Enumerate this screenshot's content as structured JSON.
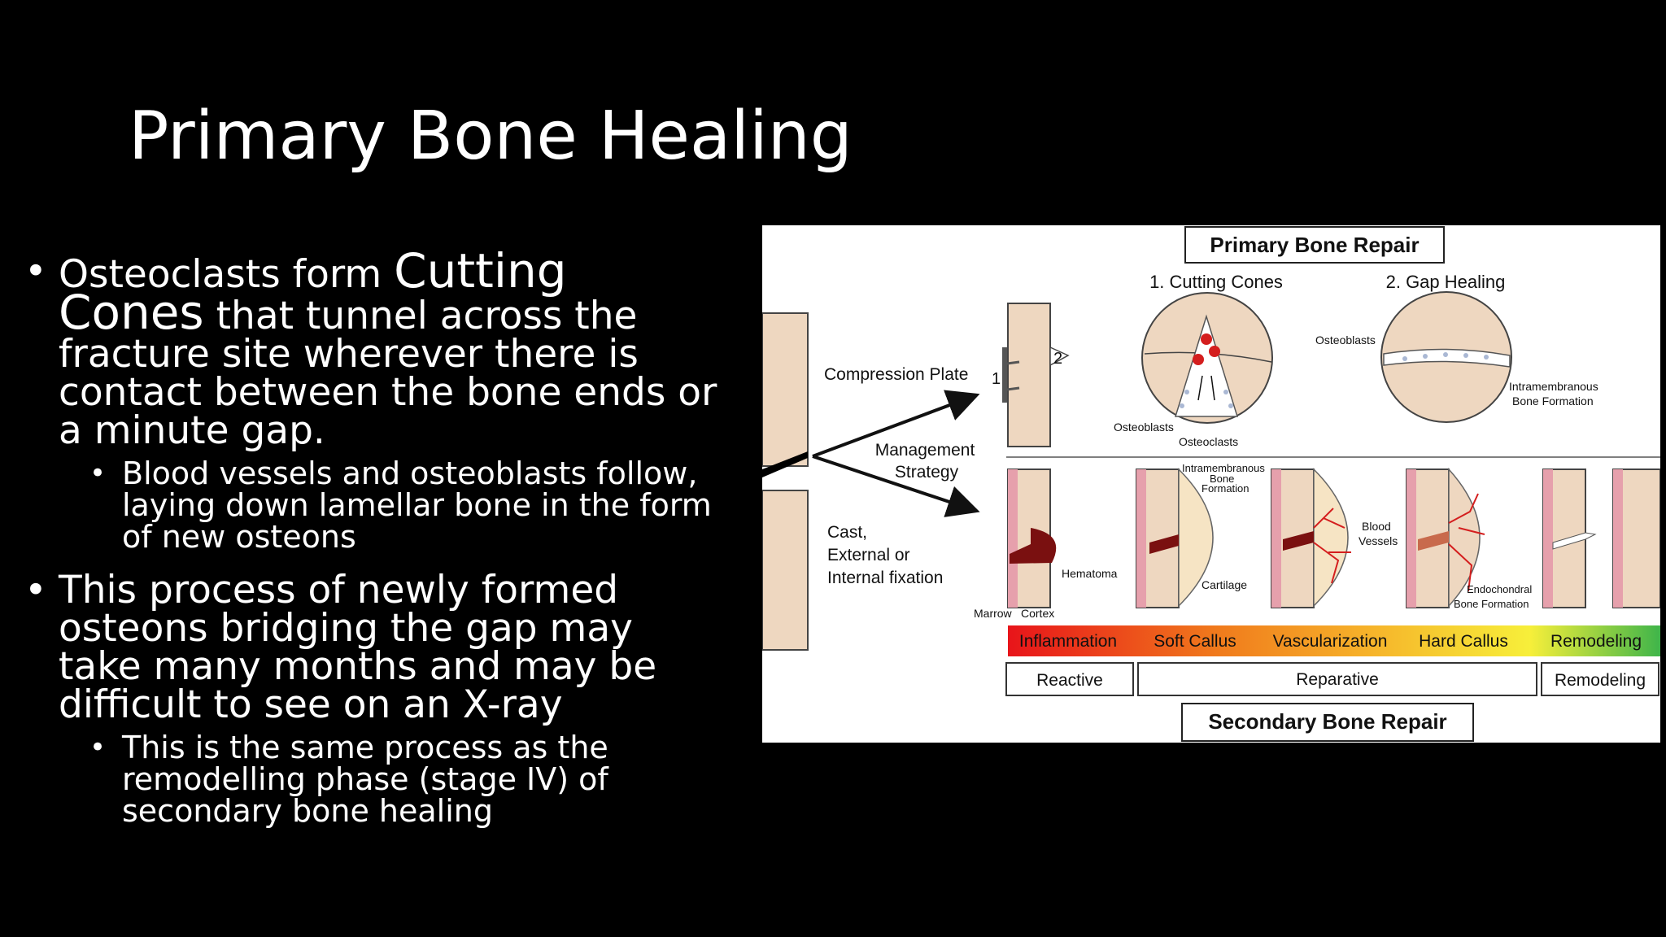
{
  "slide": {
    "title": "Primary Bone Healing",
    "bullets": [
      {
        "text_before": "Osteoclasts form ",
        "emphasis": "Cutting Cones",
        "text_after": " that tunnel across the fracture site wherever there is contact between the bone ends or a minute gap.",
        "sub": "Blood vessels and osteoblasts follow, laying down lamellar bone in the form of new osteons"
      },
      {
        "text": "This process of newly formed osteons bridging the gap may take many months and may be difficult to see on an X-ray",
        "sub": "This is the same process as the remodelling phase (stage IV) of secondary bone healing"
      }
    ]
  },
  "figure": {
    "primary_header": "Primary Bone Repair",
    "cutting_cones": "1. Cutting Cones",
    "gap_healing": "2. Gap Healing",
    "compression_plate": "Compression Plate",
    "plate_num_1": "1",
    "plate_num_2": "2",
    "management_1": "Management",
    "management_2": "Strategy",
    "cast_1": "Cast,",
    "cast_2": "External or",
    "cast_3": "Internal fixation",
    "osteoblasts_cone": "Osteoblasts",
    "osteoclasts_cone": "Osteoclasts",
    "osteoblasts_gap": "Osteoblasts",
    "intramembranous_gap_1": "Intramembranous",
    "intramembranous_gap_2": "Bone Formation",
    "intra_soft_1": "Intramembranous",
    "intra_soft_2": "Bone",
    "intra_soft_3": "Formation",
    "hematoma": "Hematoma",
    "cartilage": "Cartilage",
    "blood_1": "Blood",
    "blood_2": "Vessels",
    "endo_1": "Endochondral",
    "endo_2": "Bone Formation",
    "marrow": "Marrow",
    "cortex": "Cortex",
    "stages": [
      "Inflammation",
      "Soft Callus",
      "Vascularization",
      "Hard Callus",
      "Remodeling"
    ],
    "phase_reactive": "Reactive",
    "phase_reparative": "Reparative",
    "phase_remodeling": "Remodeling",
    "secondary_header": "Secondary Bone Repair",
    "colors": {
      "bone": "#eed7c0",
      "marrow": "#e6a0ac",
      "hematoma": "#7a1010",
      "vessel": "#d41e1e",
      "cell": "#aab8d4"
    }
  }
}
